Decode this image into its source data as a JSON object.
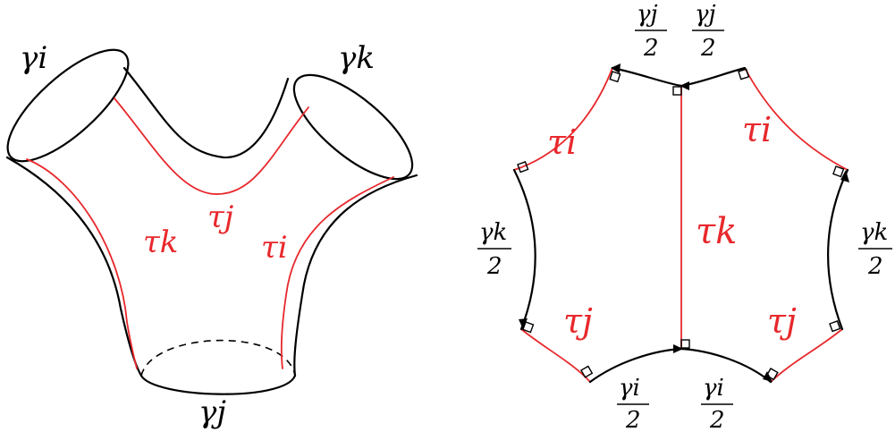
{
  "surface": {
    "boundary_labels": {
      "left": "γi",
      "right": "γk",
      "bottom": "γj"
    },
    "seam_labels": {
      "k": "τk",
      "j": "τj",
      "i": "τi"
    }
  },
  "hexagons": {
    "seam_labels": {
      "left_top": "τi",
      "right_top": "τi",
      "center": "τk",
      "left_bottom": "τj",
      "right_bottom": "τj"
    },
    "half_length_labels": {
      "top_left_num": "γj",
      "top_right_num": "γj",
      "left_num": "γk",
      "right_num": "γk",
      "bottom_left_num": "γi",
      "bottom_right_num": "γi",
      "denominator": "2"
    }
  },
  "colors": {
    "curve": "#000000",
    "seam": "#e8282c"
  }
}
